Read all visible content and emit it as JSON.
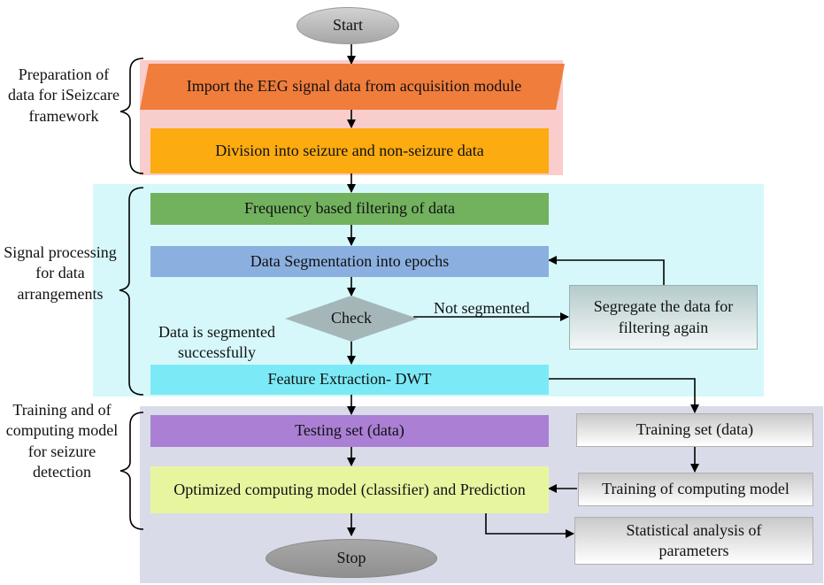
{
  "colors": {
    "prep_region": "#f9cdcc",
    "signal_region": "#d6f8fb",
    "training_region": "#d9dce8",
    "import": "#f07d3c",
    "division": "#fcab11",
    "filtering": "#72b25e",
    "segmentation": "#8bb0df",
    "check": "#a5b6b9",
    "feature": "#7ceaf6",
    "testing": "#aa7fd4",
    "optimized": "#e8f59f",
    "terminal": "#b4b4b4"
  },
  "nodes": {
    "start": "Start",
    "import": "Import the EEG signal data from acquisition module",
    "division": "Division into seizure and non-seizure data",
    "filtering": "Frequency based filtering of data",
    "segmentation": "Data Segmentation into epochs",
    "check": "Check",
    "segregate": "Segregate the data for filtering again",
    "feature": "Feature Extraction- DWT",
    "testing": "Testing set (data)",
    "training_set": "Training set (data)",
    "optimized": "Optimized computing model (classifier) and Prediction",
    "training_model": "Training of computing model",
    "statistical": "Statistical analysis of parameters",
    "stop": "Stop"
  },
  "edge_labels": {
    "not_segmented": "Not segmented",
    "segmented_ok": "Data is segmented successfully"
  },
  "stages": {
    "preparation": "Preparation of data for iSeizcare framework",
    "signal": "Signal processing for data arrangements",
    "training": "Training and of computing model for seizure detection"
  }
}
